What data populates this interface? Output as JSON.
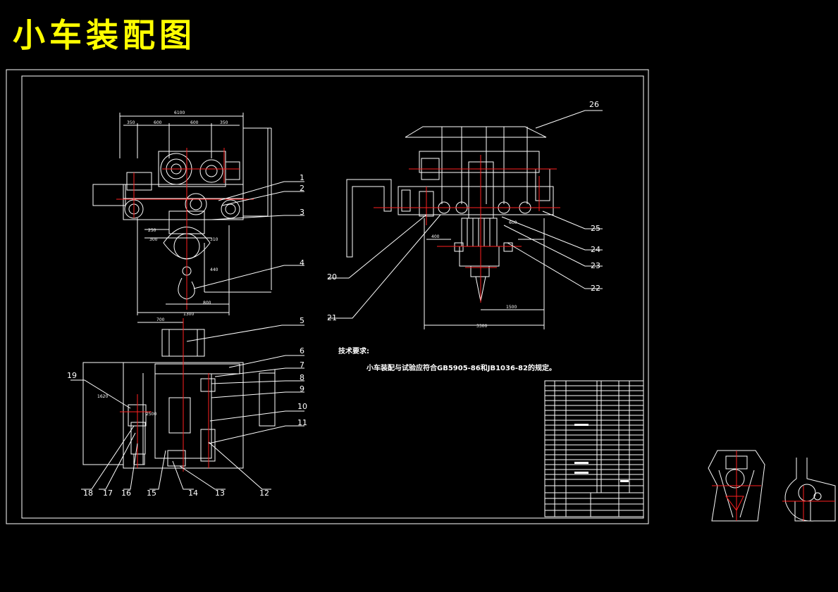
{
  "title": "小车装配图",
  "tech_requirements": {
    "heading": "技术要求:",
    "text": "小车装配与试验应符合GB5905-86和JB1036-82的规定。"
  },
  "part_labels": [
    "1",
    "2",
    "3",
    "4",
    "5",
    "6",
    "7",
    "8",
    "9",
    "10",
    "11",
    "12",
    "13",
    "14",
    "15",
    "16",
    "17",
    "18",
    "19",
    "20",
    "21",
    "22",
    "23",
    "24",
    "25",
    "26"
  ],
  "dimensions": {
    "front_top_total": "6100",
    "front_top_a": "350",
    "front_top_b": "600",
    "front_top_c": "600",
    "front_top_d": "350",
    "front_250": "250",
    "front_300": "300",
    "front_310": "310",
    "front_440": "440",
    "front_800": "800",
    "front_1300": "1300",
    "side_400": "400",
    "side_600": "600",
    "side_1500": "1500",
    "side_3300": "3300",
    "plan_700": "700",
    "plan_1620": "1620",
    "plan_2500": "2500"
  }
}
